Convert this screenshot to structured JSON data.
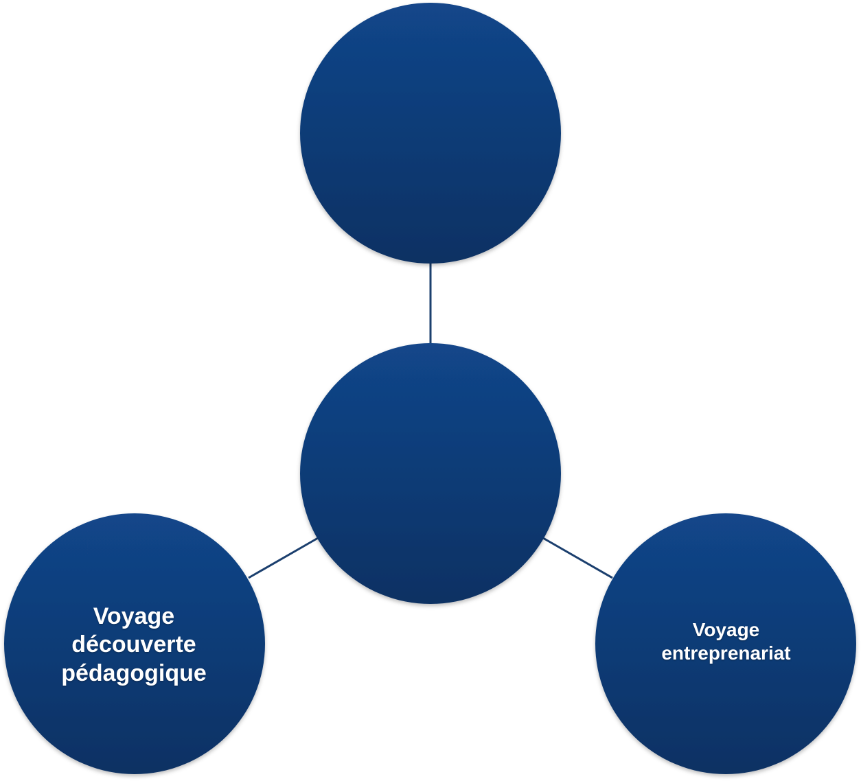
{
  "diagram": {
    "type": "hub-and-spoke",
    "colors": {
      "node_top": "#12468a",
      "node_bottom": "#0c3163",
      "connector": "#1b3f6e",
      "text": "#ffffff",
      "background": "#ffffff"
    },
    "nodes": {
      "top": {
        "lines": []
      },
      "center": {
        "lines": []
      },
      "left": {
        "lines": [
          "Voyage",
          "découverte",
          "pédagogique"
        ]
      },
      "right": {
        "lines": [
          "Voyage",
          "entreprenariat"
        ]
      }
    }
  }
}
